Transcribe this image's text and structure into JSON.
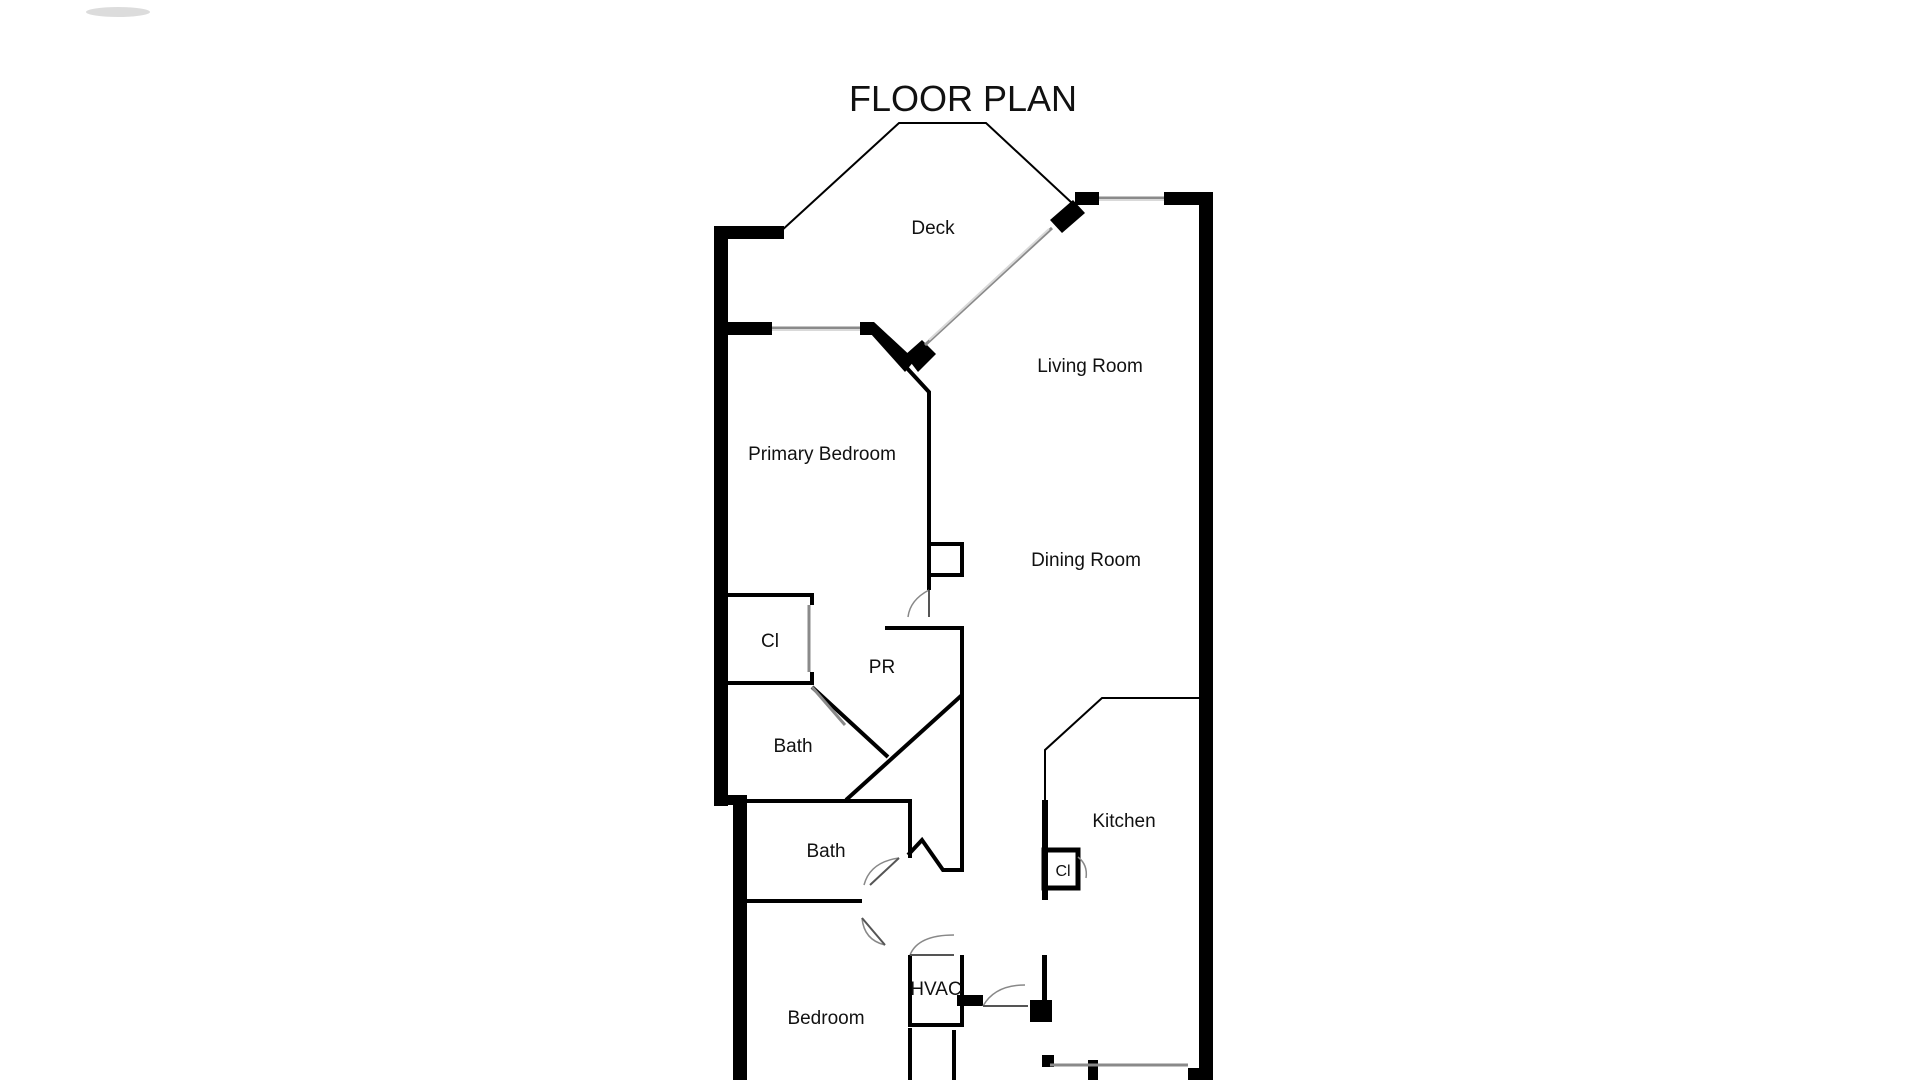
{
  "title": "FLOOR PLAN",
  "rooms": {
    "deck": "Deck",
    "living_room": "Living Room",
    "primary_bedroom": "Primary Bedroom",
    "dining_room": "Dining Room",
    "closet_1": "Cl",
    "powder_room": "PR",
    "bath_1": "Bath",
    "kitchen": "Kitchen",
    "bath_2": "Bath",
    "closet_2": "Cl",
    "hvac": "HVAC",
    "bedroom": "Bedroom"
  },
  "colors": {
    "wall": "#000000",
    "background": "#ffffff",
    "door": "#888888"
  }
}
